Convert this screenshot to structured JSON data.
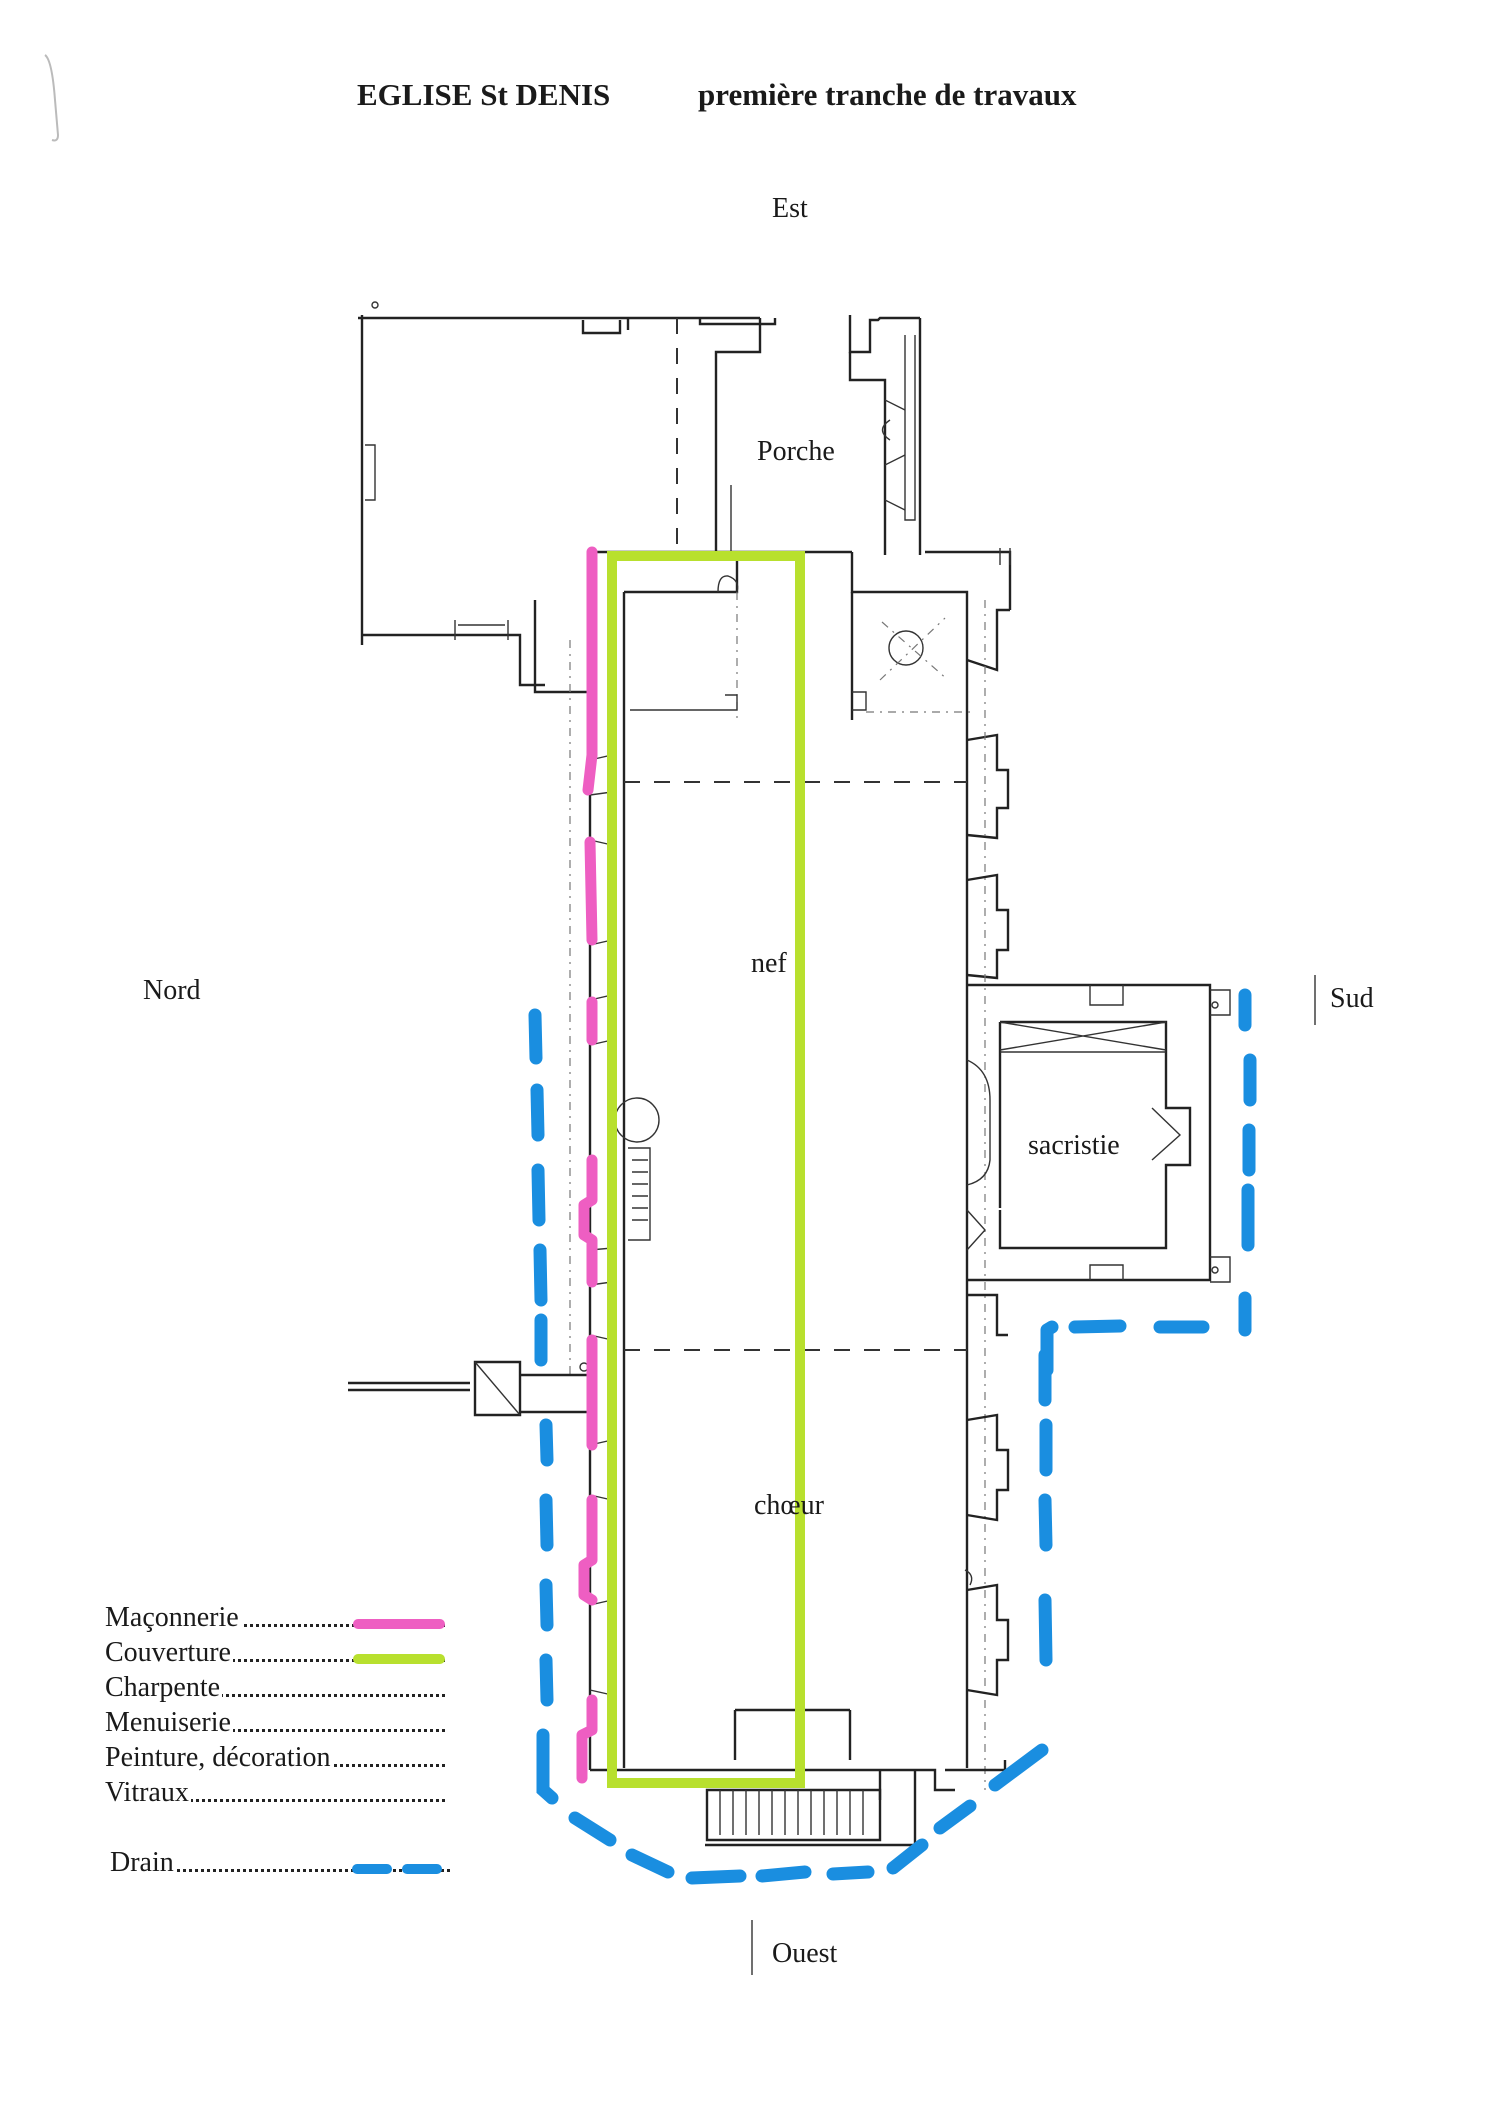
{
  "document": {
    "title_left": "EGLISE  St DENIS",
    "title_right": "première tranche de travaux"
  },
  "compass": {
    "north": "Nord",
    "south": "Sud",
    "east": "Est",
    "west": "Ouest"
  },
  "rooms": {
    "porch": "Porche",
    "nave": "nef",
    "choir": "chœur",
    "sacristy": "sacristie"
  },
  "legend": {
    "items": [
      {
        "label": "Maçonnerie",
        "color": "#ee5ec2",
        "pattern": "solid"
      },
      {
        "label": "Couverture",
        "color": "#b8e02e",
        "pattern": "solid"
      },
      {
        "label": "Charpente",
        "color": null,
        "pattern": "none"
      },
      {
        "label": "Menuiserie",
        "color": null,
        "pattern": "none"
      },
      {
        "label": "Peinture, décoration",
        "color": null,
        "pattern": "none"
      },
      {
        "label": "Vitraux",
        "color": null,
        "pattern": "none"
      }
    ],
    "drain": {
      "label": "Drain",
      "color": "#1a8ee0",
      "pattern": "dashed"
    }
  },
  "colors": {
    "masonry": "#ee5ec2",
    "roofing": "#b8e02e",
    "drain": "#1a8ee0",
    "ink": "#222222"
  }
}
